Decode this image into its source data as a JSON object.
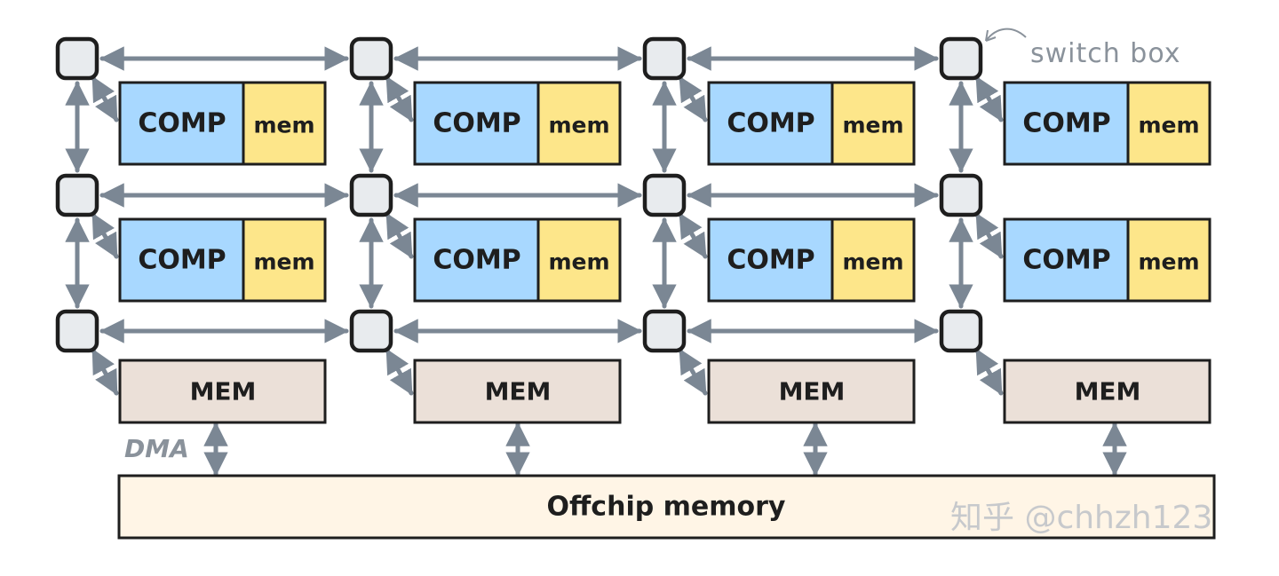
{
  "labels": {
    "comp": "COMP",
    "mem": "mem",
    "MEM": "MEM",
    "offchip": "Offchip memory",
    "dma": "DMA",
    "switch_box": "switch box",
    "watermark": "知乎 @chhzh123"
  },
  "grid": {
    "columns": 4,
    "rows": 3,
    "tile_rows": 2,
    "mem_row_count": 4
  },
  "colors": {
    "comp_fill": "#a8d8ff",
    "mem_fill": "#fde68a",
    "MEM_fill": "#ebe0d8",
    "offchip_fill": "#fff5e6",
    "switch_fill": "#e8ebee",
    "stroke": "#1e1e1e",
    "arrow": "#7b8794",
    "annotation": "#8a929b",
    "watermark": "#c7c9cc"
  }
}
